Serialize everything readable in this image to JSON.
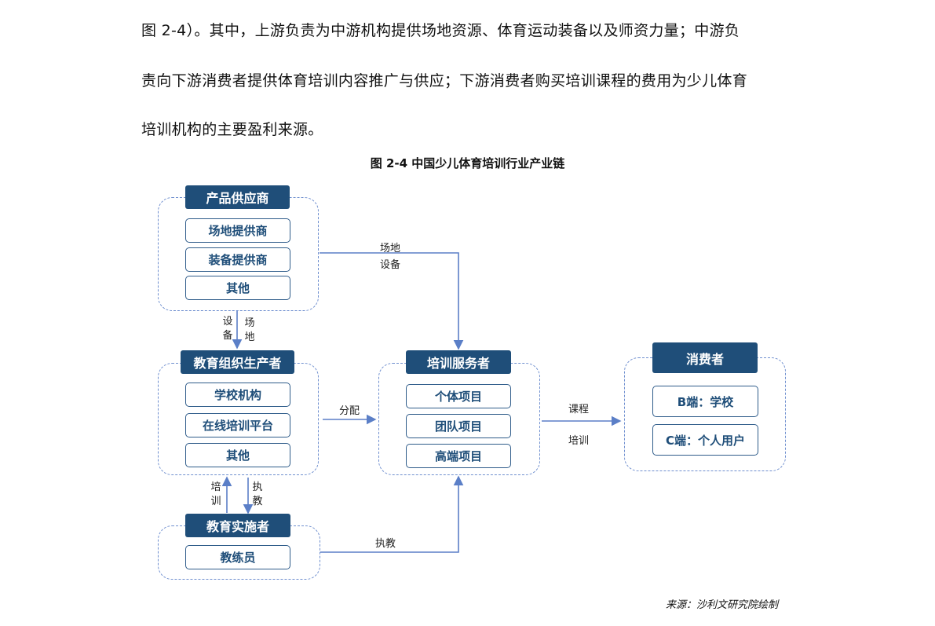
{
  "paragraph": [
    "图 2-4）。其中，上游负责为中游机构提供场地资源、体育运动装备以及师资力量；中游负",
    "责向下游消费者提供体育培训内容推广与供应；下游消费者购买培训课程的费用为少儿体育",
    "培训机构的主要盈利来源。"
  ],
  "figure_title": "图 2-4 中国少儿体育培训行业产业链",
  "groups": {
    "product_supplier": {
      "header": "产品供应商",
      "items": [
        "场地提供商",
        "装备提供商",
        "其他"
      ]
    },
    "edu_producer": {
      "header": "教育组织生产者",
      "items": [
        "学校机构",
        "在线培训平台",
        "其他"
      ]
    },
    "edu_implementer": {
      "header": "教育实施者",
      "items": [
        "教练员"
      ]
    },
    "training_service": {
      "header": "培训服务者",
      "items": [
        "个体项目",
        "团队项目",
        "高端项目"
      ]
    },
    "consumer": {
      "header": "消费者",
      "items": [
        "B端：学校",
        "C端：个人用户"
      ]
    }
  },
  "edge_labels": {
    "supplier_to_service": [
      "场地",
      "设备"
    ],
    "supplier_to_producer_left": "设备",
    "supplier_to_producer_right": "场地",
    "producer_to_service": "分配",
    "service_to_consumer_top": "课程",
    "service_to_consumer_bottom": "培训",
    "implementer_to_producer": "培训",
    "producer_to_implementer": "执教",
    "implementer_to_service": "执教"
  },
  "source": "来源：沙利文研究院绘制",
  "colors": {
    "header_bg": "#1f4e79",
    "dashed_border": "#6f8fcf",
    "arrow": "#5b7fc7"
  }
}
